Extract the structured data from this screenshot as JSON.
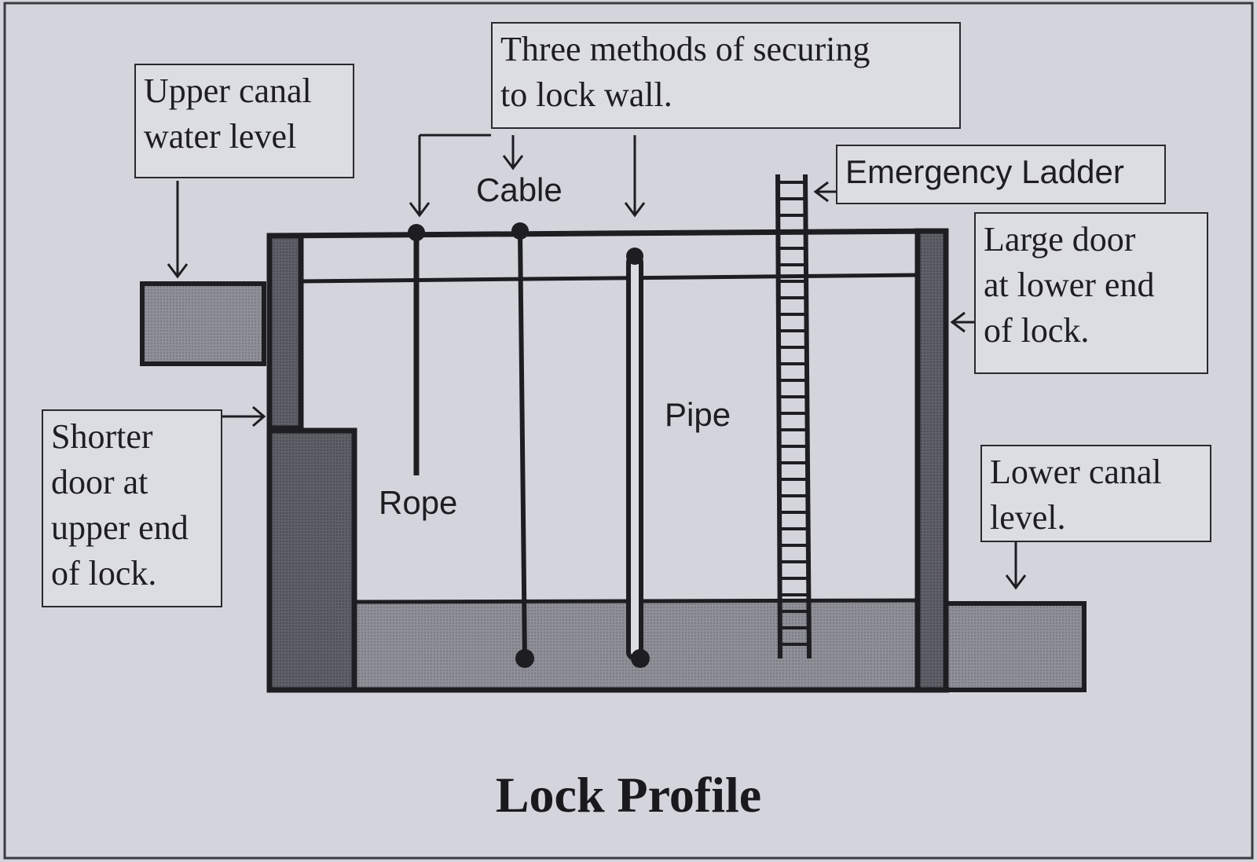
{
  "callouts": {
    "upper_canal": [
      "Upper canal",
      "water level"
    ],
    "three_methods": [
      "Three methods of securing",
      "to lock wall."
    ],
    "emergency_ladder": "Emergency Ladder",
    "large_door": [
      "Large door",
      "at lower end",
      "of lock."
    ],
    "shorter_door": [
      "Shorter",
      "door at",
      "upper end",
      "of lock."
    ],
    "lower_canal": [
      "Lower canal",
      "level."
    ]
  },
  "labels": {
    "cable": "Cable",
    "rope": "Rope",
    "pipe": "Pipe"
  },
  "title": "Lock Profile",
  "colors": {
    "background": "#d4d5dc",
    "line": "#1e1e22",
    "water_fill": "#8d8e95",
    "door_fill": "#5e5f66"
  }
}
